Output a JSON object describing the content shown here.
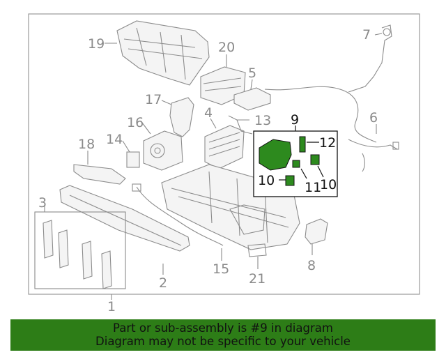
{
  "callouts": {
    "c1": "1",
    "c2": "2",
    "c3": "3",
    "c4": "4",
    "c5": "5",
    "c6": "6",
    "c7": "7",
    "c8": "8",
    "c9": "9",
    "c10a": "10",
    "c10b": "10",
    "c11": "11",
    "c12": "12",
    "c13": "13",
    "c14": "14",
    "c15": "15",
    "c16": "16",
    "c17": "17",
    "c18": "18",
    "c19": "19",
    "c20": "20",
    "c21": "21"
  },
  "highlight": {
    "color": "#2d8a1e",
    "part_number": "9"
  },
  "banner": {
    "line1": "Part or sub-assembly is #9 in diagram",
    "line2": "Diagram may not be specific to your vehicle",
    "background": "#2d7d17"
  }
}
